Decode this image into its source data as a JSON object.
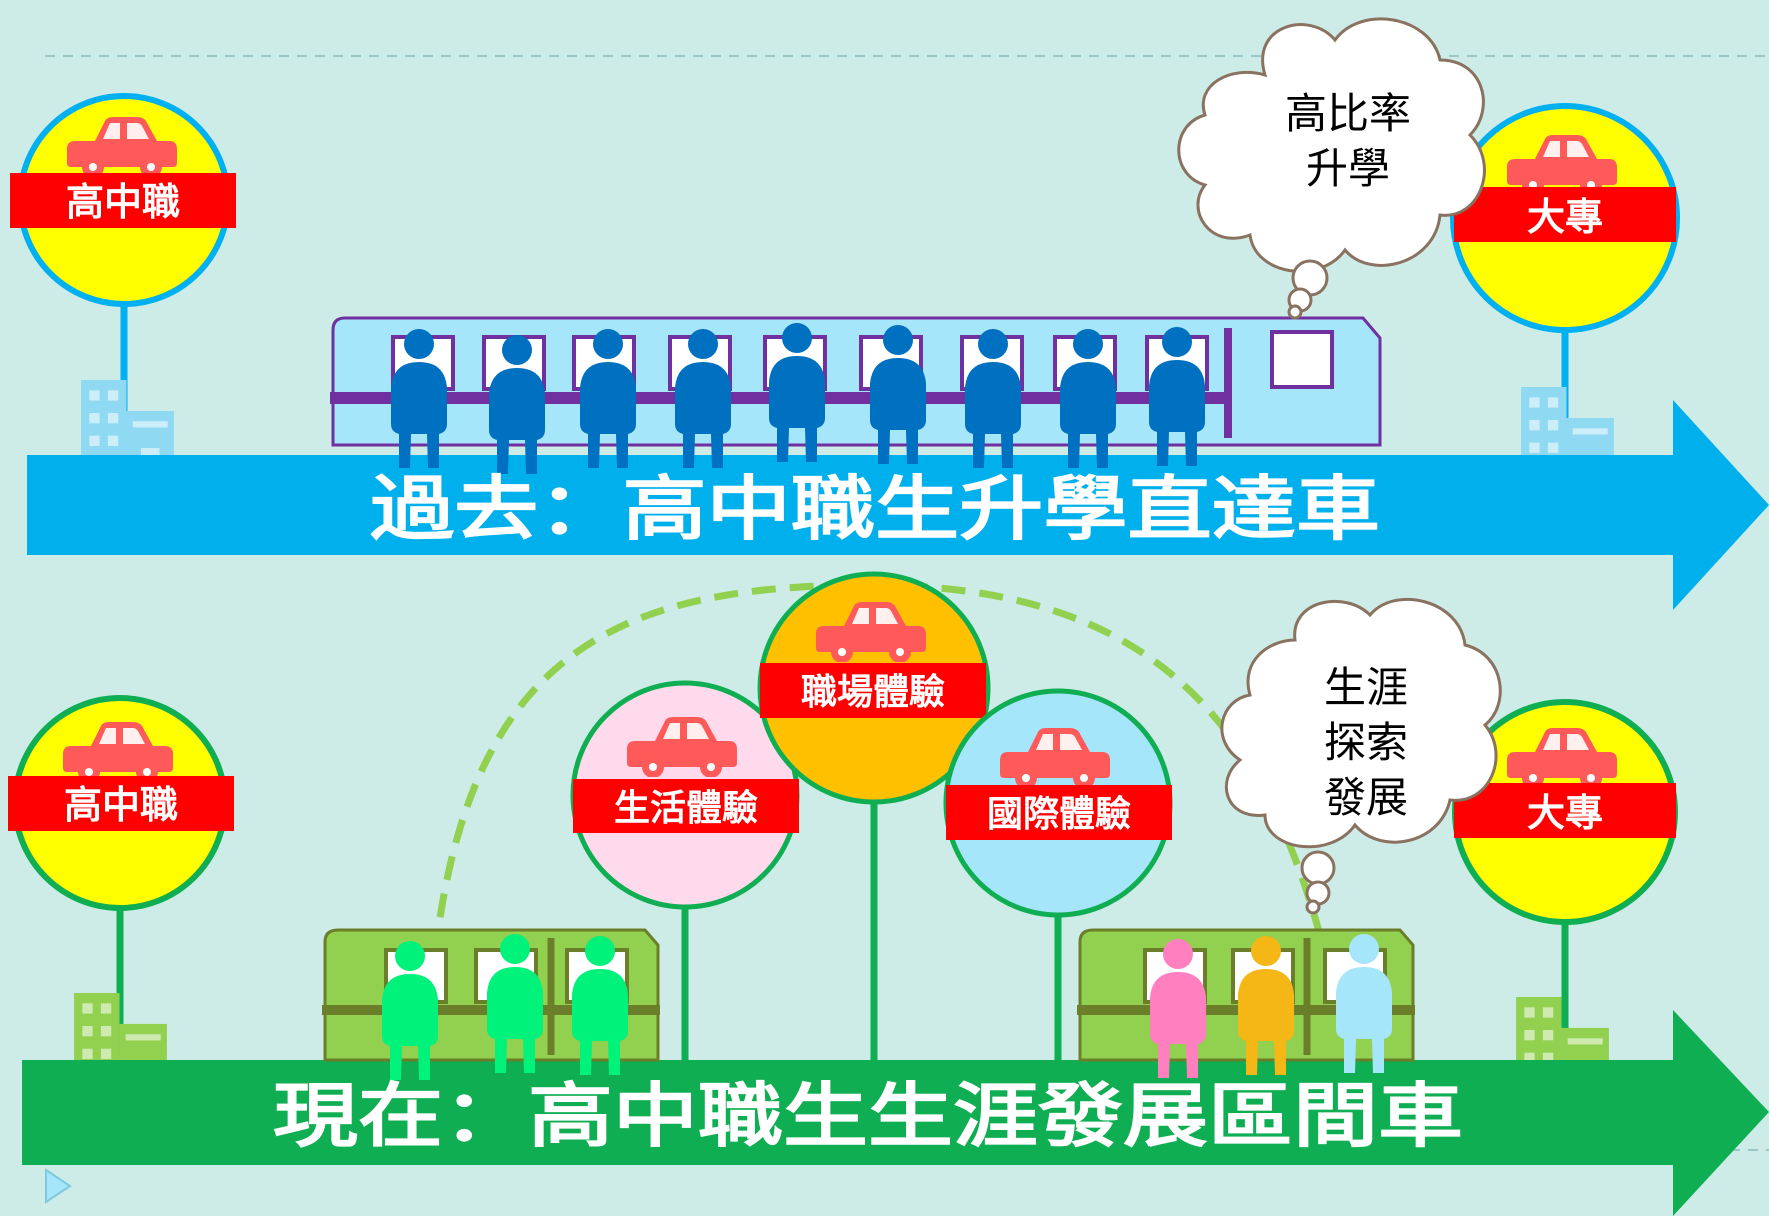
{
  "top": {
    "caption": "過去：高中職生升學直達車",
    "start_stop": "高中職",
    "end_stop": "大專",
    "thought": [
      "高比率",
      "升學"
    ]
  },
  "bottom": {
    "caption": "現在：高中職生生涯發展區間車",
    "start_stop": "高中職",
    "end_stop": "大專",
    "stops": [
      "生活體驗",
      "職場體驗",
      "國際體驗"
    ],
    "thought": [
      "生涯",
      "探索",
      "發展"
    ]
  },
  "colors": {
    "background": "#cdece7",
    "top_arrow": "#00b0ec",
    "bottom_arrow": "#10ae52",
    "stop_fill": "#ffff00",
    "stop_ring": "#00b0f0",
    "banner_red": "#ff0000",
    "car_red": "#ff5a5a",
    "express_train": "#a6e6fb",
    "local_train": "#92d050",
    "passenger_blue": "#0070c0"
  },
  "icons": [
    "car-icon",
    "building-icon",
    "person-icon",
    "play-triangle-icon"
  ]
}
